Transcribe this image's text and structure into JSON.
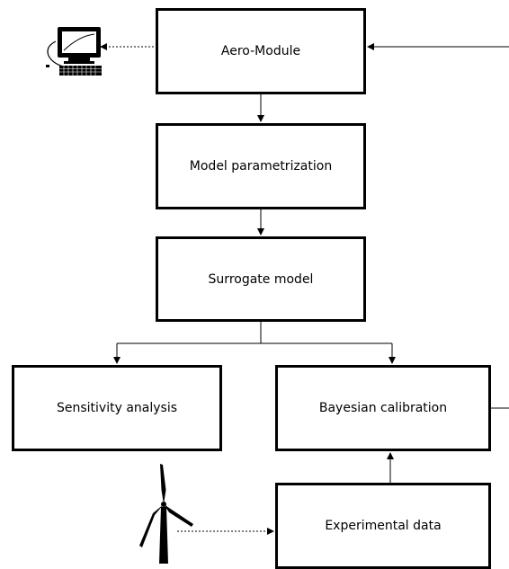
{
  "boxes": {
    "aero_module": "Aero-Module",
    "model_parametrization": "Model parametrization",
    "surrogate_model": "Surrogate model",
    "sensitivity_analysis": "Sensitivity analysis",
    "bayesian_calibration": "Bayesian calibration",
    "experimental_data": "Experimental data"
  },
  "icons": {
    "computer": "computer-icon",
    "wind_turbine": "wind-turbine-icon"
  },
  "colors": {
    "stroke": "#000000",
    "background": "#ffffff"
  }
}
